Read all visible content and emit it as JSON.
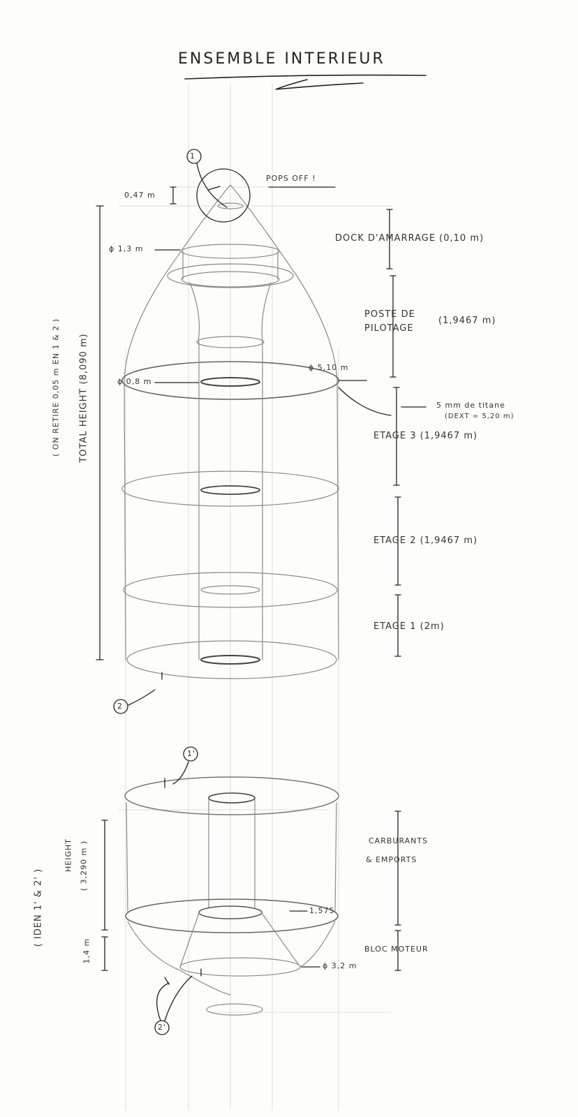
{
  "title": "ENSEMBLE INTERIEUR",
  "upper": {
    "marker_1": "1",
    "marker_2": "2",
    "pops_off": "POPS OFF !",
    "height_cap": "0,47 m",
    "diam_dock": "ϕ 1,3 m",
    "diam_tube": "ϕ 0,8 m",
    "diam_body": "ϕ 5,10 m",
    "dock": "DOCK D'AMARRAGE (0,10 m)",
    "poste_line1": "POSTE DE",
    "poste_line2": "PILOTAGE",
    "poste_height": "(1,9467 m)",
    "titane": "5 mm de titane",
    "dext": "(DEXT = 5,20 m)",
    "etage3": "ETAGE 3 (1,9467 m)",
    "etage2": "ETAGE 2   (1,9467 m)",
    "etage1": "ETAGE 1   (2m)",
    "note_retire": "( ON RETIRE 0,05 m EN 1 & 2 )",
    "total_height": "TOTAL HEIGHT (8,090 m)"
  },
  "lower": {
    "marker_1p": "1'",
    "marker_2p": "2'",
    "iden": "( IDEN 1' & 2' )",
    "height_label": "HEIGHT",
    "height_value": "( 3,290 m )",
    "height_engine": "1,4 m",
    "carburants_line1": "CARBURANTS",
    "carburants_line2": "& EMPORTS",
    "diam_inner": "1,575",
    "bloc_moteur": "BLOC MOTEUR",
    "diam_engine": "ϕ 3,2 m"
  }
}
